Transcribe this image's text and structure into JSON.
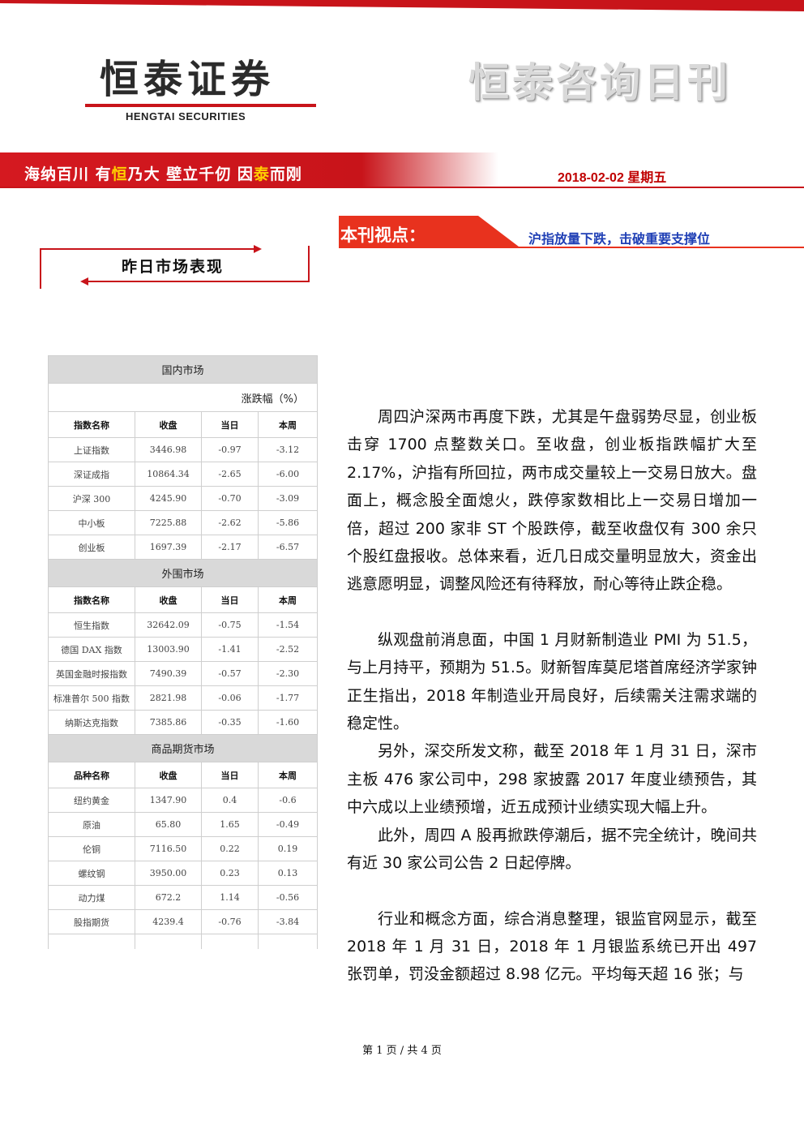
{
  "brand": {
    "name_cn": "恒泰证券",
    "name_en": "HENGTAI SECURITIES",
    "publication_title": "恒泰咨询日刊",
    "slogan_parts": [
      "海纳百川 有",
      "恒",
      "乃大  壁立千仞 因",
      "泰",
      "而刚"
    ],
    "date": "2018-02-02  星期五"
  },
  "view": {
    "label": "本刊视点：",
    "headline": "沪指放量下跌，击破重要支撑位"
  },
  "market": {
    "title": "昨日市场表现",
    "domestic_title": "国内市场",
    "unit": "涨跌幅（%）",
    "index_headers": [
      "指数名称",
      "收盘",
      "当日",
      "本周"
    ],
    "domestic": [
      [
        "上证指数",
        "3446.98",
        "-0.97",
        "-3.12"
      ],
      [
        "深证成指",
        "10864.34",
        "-2.65",
        "-6.00"
      ],
      [
        "沪深 300",
        "4245.90",
        "-0.70",
        "-3.09"
      ],
      [
        "中小板",
        "7225.88",
        "-2.62",
        "-5.86"
      ],
      [
        "创业板",
        "1697.39",
        "-2.17",
        "-6.57"
      ]
    ],
    "foreign_title": "外围市场",
    "foreign": [
      [
        "恒生指数",
        "32642.09",
        "-0.75",
        "-1.54"
      ],
      [
        "德国 DAX 指数",
        "13003.90",
        "-1.41",
        "-2.52"
      ],
      [
        "英国金融时报指数",
        "7490.39",
        "-0.57",
        "-2.30"
      ],
      [
        "标准普尔 500 指数",
        "2821.98",
        "-0.06",
        "-1.77"
      ],
      [
        "纳斯达克指数",
        "7385.86",
        "-0.35",
        "-1.60"
      ]
    ],
    "futures_title": "商品期货市场",
    "futures_headers": [
      "品种名称",
      "收盘",
      "当日",
      "本周"
    ],
    "futures": [
      [
        "纽约黄金",
        "1347.90",
        "0.4",
        "-0.6"
      ],
      [
        "原油",
        "65.80",
        "1.65",
        "-0.49"
      ],
      [
        "伦铜",
        "7116.50",
        "0.22",
        "0.19"
      ],
      [
        "螺纹钢",
        "3950.00",
        "0.23",
        "0.13"
      ],
      [
        "动力煤",
        "672.2",
        "1.14",
        "-0.56"
      ],
      [
        "股指期货",
        "4239.4",
        "-0.76",
        "-3.84"
      ]
    ]
  },
  "article": {
    "p1": "周四沪深两市再度下跌，尤其是午盘弱势尽显，创业板击穿 1700 点整数关口。至收盘，创业板指跌幅扩大至 2.17%，沪指有所回拉，两市成交量较上一交易日放大。盘面上，概念股全面熄火，跌停家数相比上一交易日增加一倍，超过 200 家非 ST 个股跌停，截至收盘仅有 300 余只个股红盘报收。总体来看，近几日成交量明显放大，资金出逃意愿明显，调整风险还有待释放，耐心等待止跌企稳。",
    "p2": "纵观盘前消息面，中国 1 月财新制造业 PMI 为 51.5，与上月持平，预期为 51.5。财新智库莫尼塔首席经济学家钟正生指出，2018 年制造业开局良好，后续需关注需求端的稳定性。",
    "p3": "另外，深交所发文称，截至 2018 年 1 月 31 日，深市主板 476 家公司中，298 家披露 2017 年度业绩预告，其中六成以上业绩预增，近五成预计业绩实现大幅上升。",
    "p4": "此外，周四 A 股再掀跌停潮后，据不完全统计，晚间共有近 30 家公司公告 2 日起停牌。",
    "p5": "行业和概念方面，综合消息整理，银监官网显示，截至 2018 年 1 月 31 日，2018 年 1 月银监系统已开出 497 张罚单，罚没金额超过 8.98 亿元。平均每天超 16 张；与"
  },
  "footer": {
    "page": "第 1 页 / 共 4 页"
  }
}
